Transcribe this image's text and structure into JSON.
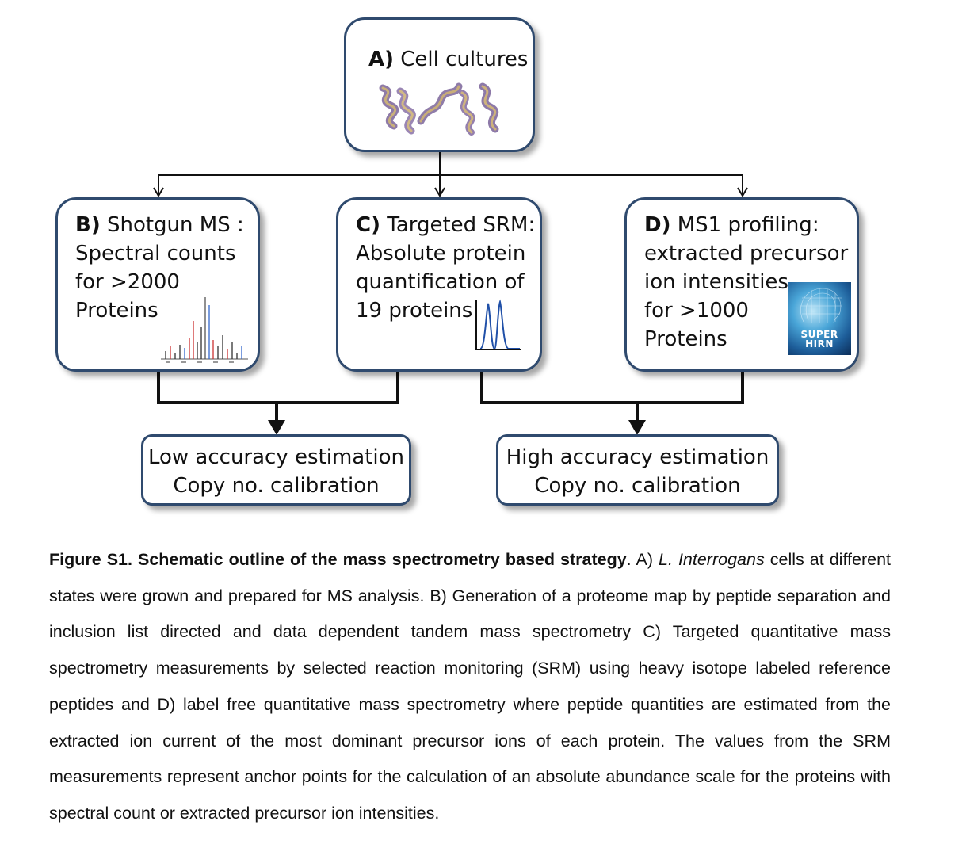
{
  "boxes": {
    "a": {
      "label": "A)",
      "text": "Cell cultures"
    },
    "b": {
      "label": "B)",
      "line1": "Shotgun MS :",
      "line2": "Spectral counts",
      "line3": "for >2000",
      "line4": "Proteins"
    },
    "c": {
      "label": "C)",
      "line1": "Targeted SRM:",
      "line2": "Absolute protein",
      "line3": "quantification of",
      "line4": "19 proteins"
    },
    "d": {
      "label": "D)",
      "line1": "MS1 profiling:",
      "line2": "extracted precursor",
      "line3": "ion intensities",
      "line4": "for >1000",
      "line5": "Proteins"
    }
  },
  "results": {
    "low": {
      "line1": "Low accuracy estimation",
      "line2": "Copy no. calibration"
    },
    "high": {
      "line1": "High accuracy estimation",
      "line2": "Copy no. calibration"
    }
  },
  "logo": {
    "line1": "SUPER",
    "line2": "HIRN"
  },
  "caption": {
    "title": "Figure S1. Schematic outline of the mass spectrometry based strategy",
    "part1": ". A) ",
    "italic": "L. Interrogans",
    "part2": " cells at different states were grown and prepared for MS analysis. B) Generation of a proteome map by peptide separation and inclusion list directed and data dependent tandem mass spectrometry C) Targeted quantitative mass spectrometry measurements by selected reaction monitoring (SRM) using heavy isotope labeled reference peptides and D) label free quantitative mass spectrometry where peptide quantities are estimated from the extracted ion current of the most dominant precursor ions of each protein. The values from the SRM measurements represent anchor points for the calculation of an absolute abundance scale for the proteins with spectral count or extracted precursor ion intensities."
  },
  "colors": {
    "box_border": "#2f4a6e",
    "connector": "#111111"
  }
}
